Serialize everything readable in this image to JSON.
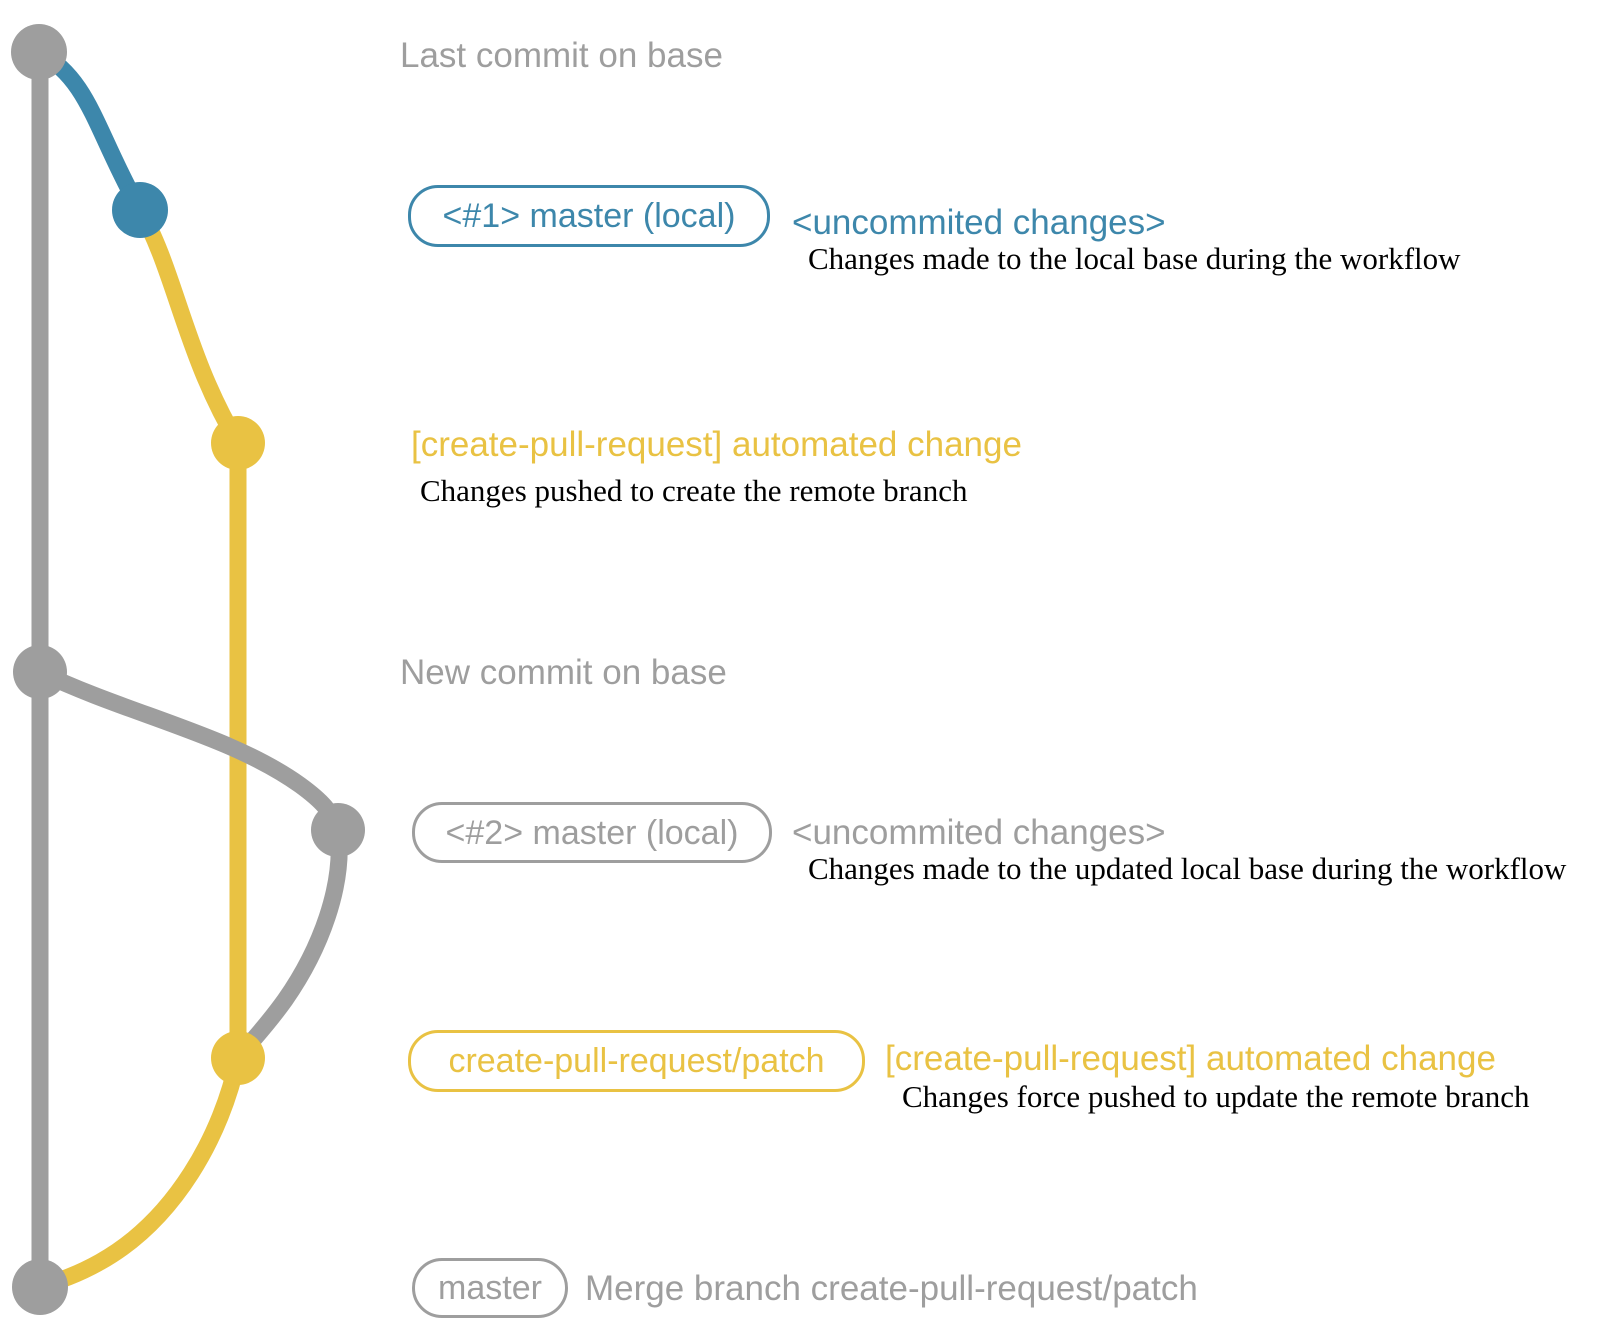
{
  "colors": {
    "background": "#ffffff",
    "base": "#9e9e9e",
    "local": "#3d87ab",
    "patch": "#e9c243",
    "description": "#000000"
  },
  "labels": {
    "last_commit": "Last commit on base",
    "new_commit": "New commit on base"
  },
  "rows": {
    "local1": {
      "badge": "<#1> master (local)",
      "message": "<uncommited changes>",
      "description": "Changes made to the local base during the workflow"
    },
    "patch1": {
      "message": "[create-pull-request] automated change",
      "description": "Changes pushed to create the remote branch"
    },
    "local2": {
      "badge": "<#2> master (local)",
      "message": "<uncommited changes>",
      "description": "Changes made to the updated local base during the workflow"
    },
    "patch2": {
      "badge": "create-pull-request/patch",
      "message": "[create-pull-request] automated change",
      "description": "Changes force pushed to update the remote branch"
    },
    "merge": {
      "badge": "master",
      "message": "Merge branch create-pull-request/patch"
    }
  }
}
